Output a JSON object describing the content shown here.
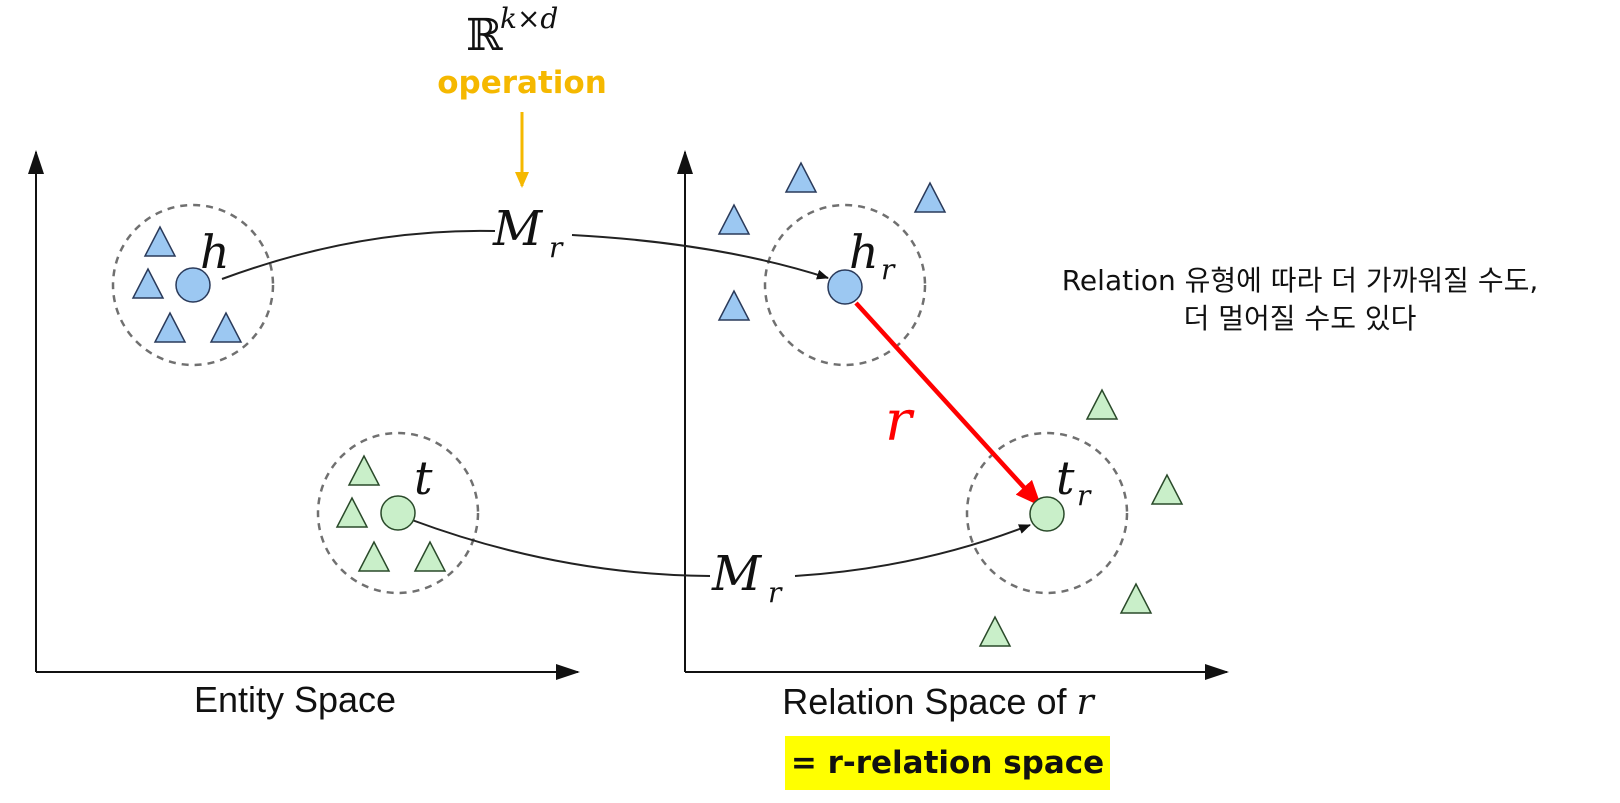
{
  "matrix_space": {
    "base": "ℝ",
    "superscript": "k×d"
  },
  "operation_label": "operation",
  "colors": {
    "operation": "#f5b800",
    "relation_vector": "#ff0000",
    "head_fill": "#9cc8f2",
    "tail_fill": "#c9efc9",
    "highlight": "#ffff00",
    "axis": "#111111",
    "dashed": "#707070"
  },
  "entity_space": {
    "axis_label": "Entity Space",
    "head_label": "h",
    "tail_label": "t"
  },
  "relation_space": {
    "axis_label_text": "Relation Space of ",
    "axis_label_var": "r",
    "head_label_base": "h",
    "head_label_sub": "r",
    "tail_label_base": "t",
    "tail_label_sub": "r",
    "vector_label": "r"
  },
  "projection": {
    "base": "M",
    "sub": "r"
  },
  "note": {
    "line1": "Relation 유형에 따라 더 가까워질 수도,",
    "line2": "더 멀어질 수도 있다"
  },
  "highlight_label": "= r-relation space"
}
